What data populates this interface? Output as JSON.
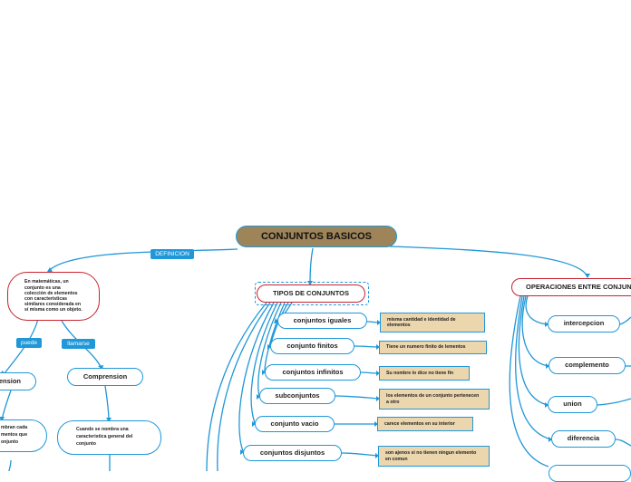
{
  "root": {
    "label": "CONJUNTOS BASICOS"
  },
  "tags": {
    "definicion": "DEFINICION",
    "puede": "puede",
    "llamarse": "llamarse"
  },
  "definition": {
    "text": "En matemáticas, un conjunto es una colección de elementos con características similares considerada en sí misma como un objeto."
  },
  "left": {
    "extension_label": "ension",
    "comprension_label": "Comprension",
    "extension_desc": "mbran cada mentos que onjunto",
    "comprension_desc": "Cuando se nombra una caracteristica general del conjunto"
  },
  "tipos": {
    "title": "TIPOS DE CONJUNTOS",
    "items": [
      {
        "label": "conjuntos iguales",
        "note": "misma cantidad e identidad de elementos"
      },
      {
        "label": "conjunto finitos",
        "note": "Tiene un  numero finito de lementos"
      },
      {
        "label": "conjuntos infinitos",
        "note": "Su nombre lo dice no tiene fin"
      },
      {
        "label": "subconjuntos",
        "note": "los elementos de un conjunto pertenecen a otro"
      },
      {
        "label": "conjunto vacio",
        "note": "carece elementos en su interior"
      },
      {
        "label": "conjuntos disjuntos",
        "note": "son ajenos si no tienen ningun elemento en comun"
      }
    ]
  },
  "operaciones": {
    "title": "OPERACIONES ENTRE CONJUNTOS",
    "items": [
      "intercepcion",
      "complemento",
      "union",
      "diferencia"
    ]
  },
  "colors": {
    "line": "#1f97d8",
    "root_fill": "#9e8459",
    "note_fill": "#ecd6ae",
    "accent_red": "#c8232f"
  }
}
